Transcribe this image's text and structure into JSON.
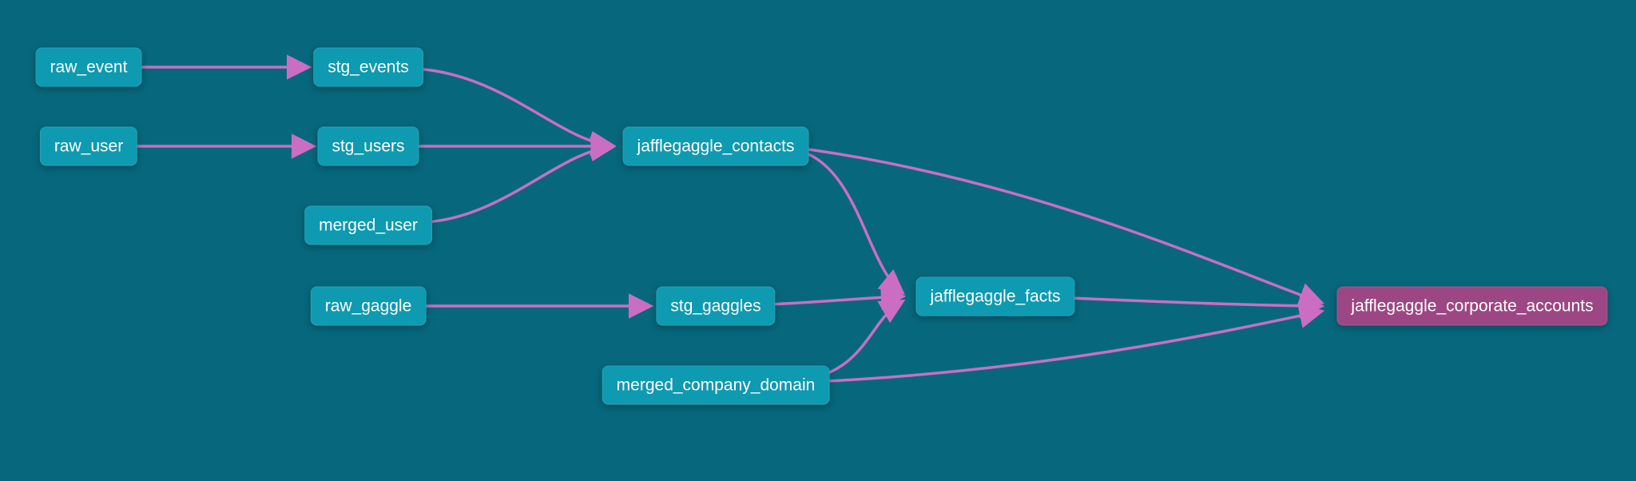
{
  "diagram": {
    "type": "lineage-dag",
    "direction": "left-to-right",
    "colors": {
      "background": "#07687d",
      "node": "#0e9ab0",
      "highlight_node": "#9c4783",
      "edge": "#cb6ec3",
      "text": "#ffffff"
    },
    "nodes": [
      {
        "id": "raw_event",
        "label": "raw_event",
        "highlighted": false
      },
      {
        "id": "stg_events",
        "label": "stg_events",
        "highlighted": false
      },
      {
        "id": "raw_user",
        "label": "raw_user",
        "highlighted": false
      },
      {
        "id": "stg_users",
        "label": "stg_users",
        "highlighted": false
      },
      {
        "id": "merged_user",
        "label": "merged_user",
        "highlighted": false
      },
      {
        "id": "jafflegaggle_contacts",
        "label": "jafflegaggle_contacts",
        "highlighted": false
      },
      {
        "id": "raw_gaggle",
        "label": "raw_gaggle",
        "highlighted": false
      },
      {
        "id": "stg_gaggles",
        "label": "stg_gaggles",
        "highlighted": false
      },
      {
        "id": "jafflegaggle_facts",
        "label": "jafflegaggle_facts",
        "highlighted": false
      },
      {
        "id": "merged_company_domain",
        "label": "merged_company_domain",
        "highlighted": false
      },
      {
        "id": "jafflegaggle_corporate_accounts",
        "label": "jafflegaggle_corporate_accounts",
        "highlighted": true
      }
    ],
    "edges": [
      {
        "from": "raw_event",
        "to": "stg_events"
      },
      {
        "from": "raw_user",
        "to": "stg_users"
      },
      {
        "from": "stg_events",
        "to": "jafflegaggle_contacts"
      },
      {
        "from": "stg_users",
        "to": "jafflegaggle_contacts"
      },
      {
        "from": "merged_user",
        "to": "jafflegaggle_contacts"
      },
      {
        "from": "raw_gaggle",
        "to": "stg_gaggles"
      },
      {
        "from": "stg_gaggles",
        "to": "jafflegaggle_facts"
      },
      {
        "from": "jafflegaggle_contacts",
        "to": "jafflegaggle_facts"
      },
      {
        "from": "merged_company_domain",
        "to": "jafflegaggle_facts"
      },
      {
        "from": "jafflegaggle_contacts",
        "to": "jafflegaggle_corporate_accounts"
      },
      {
        "from": "jafflegaggle_facts",
        "to": "jafflegaggle_corporate_accounts"
      },
      {
        "from": "merged_company_domain",
        "to": "jafflegaggle_corporate_accounts"
      }
    ]
  }
}
